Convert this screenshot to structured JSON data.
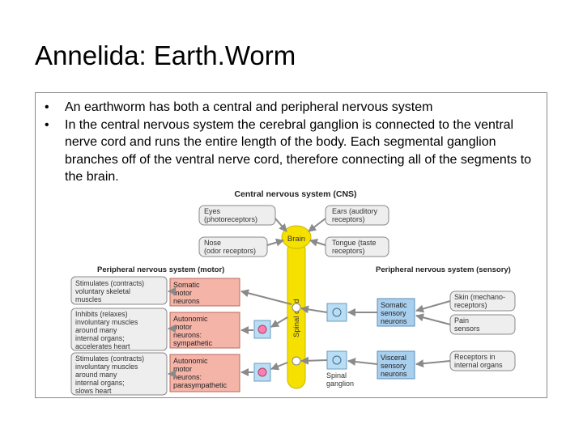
{
  "slide": {
    "title": "Annelida: Earth.Worm",
    "bullets": [
      "An earthworm has both a central and peripheral nervous system",
      "In the central nervous system the cerebral ganglion is connected to the ventral nerve cord and runs the entire length of the body. Each segmental ganglion branches off of the ventral nerve cord, therefore connecting all of the segments to the brain."
    ]
  },
  "diagram": {
    "cns_title": "Central nervous system (CNS)",
    "brain": "Brain",
    "spinal_cord": "Spinal cord",
    "eyes": [
      "Eyes",
      "(photoreceptors)"
    ],
    "ears": [
      "Ears (auditory",
      "receptors)"
    ],
    "nose": [
      "Nose",
      "(odor receptors)"
    ],
    "tongue": [
      "Tongue (taste",
      "receptors)"
    ],
    "pns_motor_title": "Peripheral nervous system (motor)",
    "pns_sensory_title": "Peripheral nervous system (sensory)",
    "effect_1": [
      "Stimulates (contracts)",
      "voluntary skeletal",
      "muscles"
    ],
    "effect_2": [
      "Inhibits (relaxes)",
      "involuntary muscles",
      "around many",
      "internal organs;",
      "accelerates heart"
    ],
    "effect_3": [
      "Stimulates (contracts)",
      "involuntary muscles",
      "around many",
      "internal organs;",
      "slows heart"
    ],
    "somatic_motor": [
      "Somatic",
      "motor",
      "neurons"
    ],
    "autonomic_symp": [
      "Autonomic",
      "motor",
      "neurons:",
      "sympathetic"
    ],
    "autonomic_para": [
      "Autonomic",
      "motor",
      "neurons:",
      "parasympathetic"
    ],
    "somatic_sensory": [
      "Somatic",
      "sensory",
      "neurons"
    ],
    "visceral_sensory": [
      "Visceral",
      "sensory",
      "neurons"
    ],
    "skin": [
      "Skin (mechano-",
      "receptors)"
    ],
    "pain": [
      "Pain",
      "sensors"
    ],
    "receptors_internal": [
      "Receptors in",
      "internal organs"
    ],
    "spinal_ganglion": [
      "Spinal",
      "ganglion"
    ],
    "colors": {
      "cord": "#f5e000",
      "motor_box": "#f4b4a8",
      "sensory_box": "#a9cfee",
      "gray_box": "#eeeeee",
      "arrow": "#8a8a8a",
      "ganglion_fill": "#b9ddf3",
      "ganglion_body": "#ff7db0"
    }
  }
}
